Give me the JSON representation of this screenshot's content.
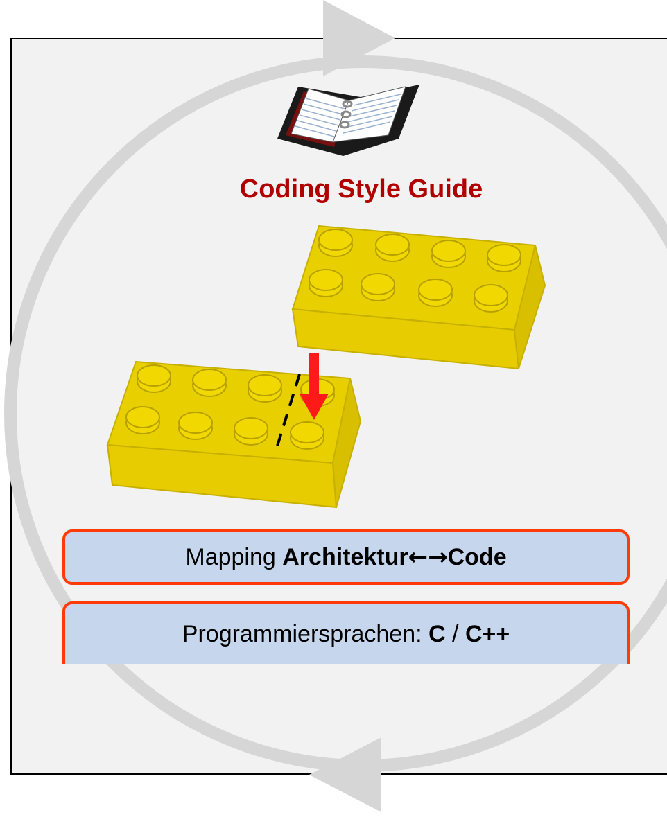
{
  "guide": {
    "title": "Coding Style Guide"
  },
  "mapping": {
    "prefix": "Mapping ",
    "left_term": "Architektur",
    "arrows": "←→",
    "right_term": "Code"
  },
  "languages": {
    "prefix": "Programmiersprachen: ",
    "lang1": "C",
    "separator": " / ",
    "lang2": "C++"
  },
  "colors": {
    "title": "#b00000",
    "pill_fill": "#c6d6ec",
    "pill_border": "#ff3b0a",
    "cycle_ring": "#d6d6d6",
    "panel": "#f2f2f2",
    "brick": "#e8d000",
    "drop_arrow": "#ff1a1a"
  },
  "icons": [
    "cycle-ring",
    "binder-book-icon",
    "lego-brick-icon",
    "drop-arrow-icon"
  ]
}
